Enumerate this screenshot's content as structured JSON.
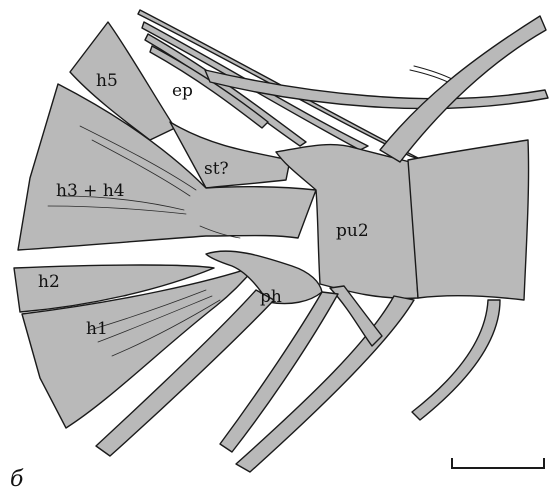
{
  "figure": {
    "panel_letter": "б",
    "labels": {
      "h5": "h5",
      "ep": "ep",
      "st": "st?",
      "h3h4": "h3 + h4",
      "pu2": "pu2",
      "h2": "h2",
      "ph": "ph",
      "h1": "h1"
    },
    "colors": {
      "bone_fill": "#b9b9b9",
      "outline": "#1a1a1a",
      "background": "#ffffff"
    }
  }
}
